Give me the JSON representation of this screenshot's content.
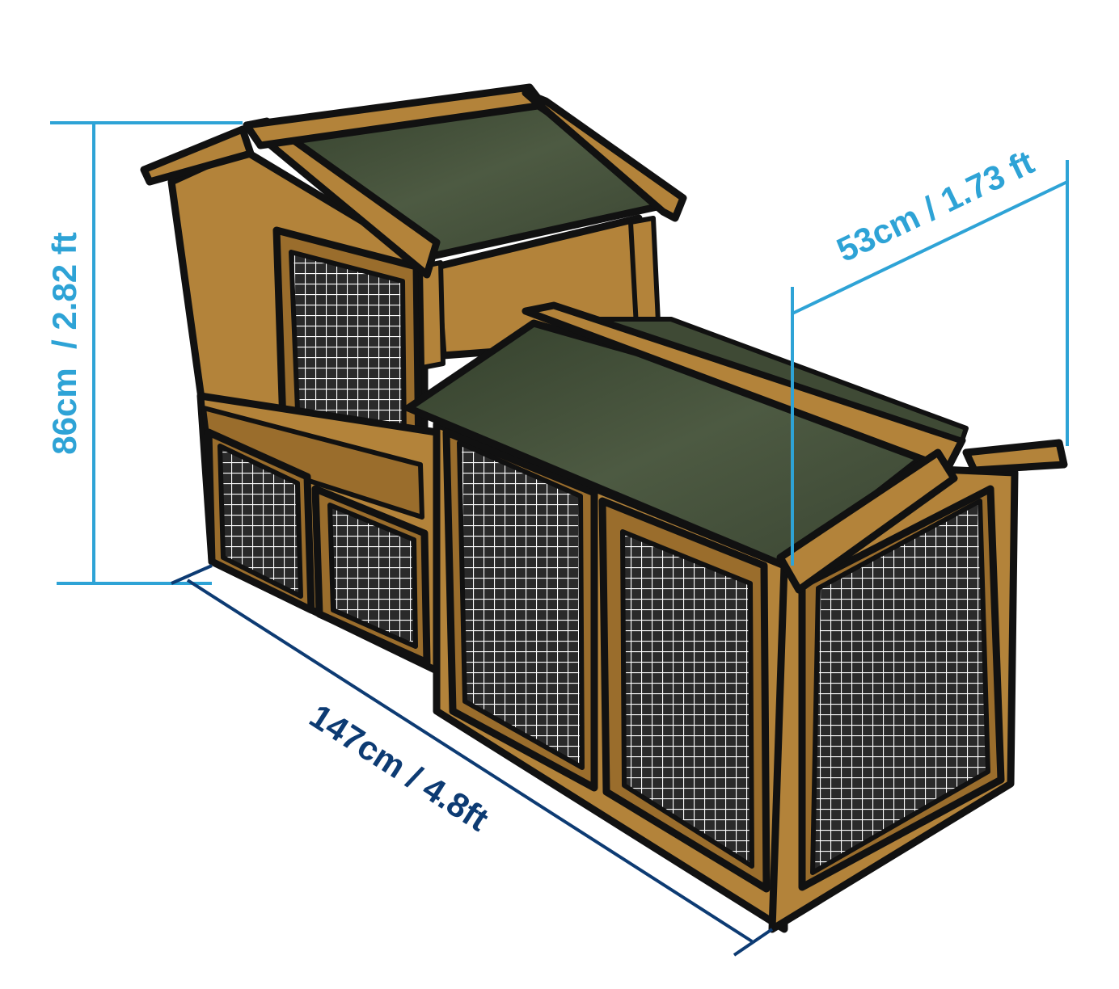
{
  "dimensions": {
    "height": {
      "label": "86cm  / 2.82 ft",
      "value_cm": 86,
      "value_ft": 2.82
    },
    "depth": {
      "label": "53cm / 1.73 ft",
      "value_cm": 53,
      "value_ft": 1.73
    },
    "length": {
      "label": "147cm / 4.8ft",
      "value_cm": 147,
      "value_ft": 4.8
    }
  },
  "colors": {
    "height_line": "#2ea3d6",
    "depth_line": "#2ea3d6",
    "length_line": "#0d3b73",
    "wood": "#b3833a",
    "wood_dark": "#9a6d2c",
    "roof": "#3f4a35",
    "mesh_bg": "#2a2a2a",
    "mesh_line": "#ffffff",
    "outline": "#111111"
  }
}
